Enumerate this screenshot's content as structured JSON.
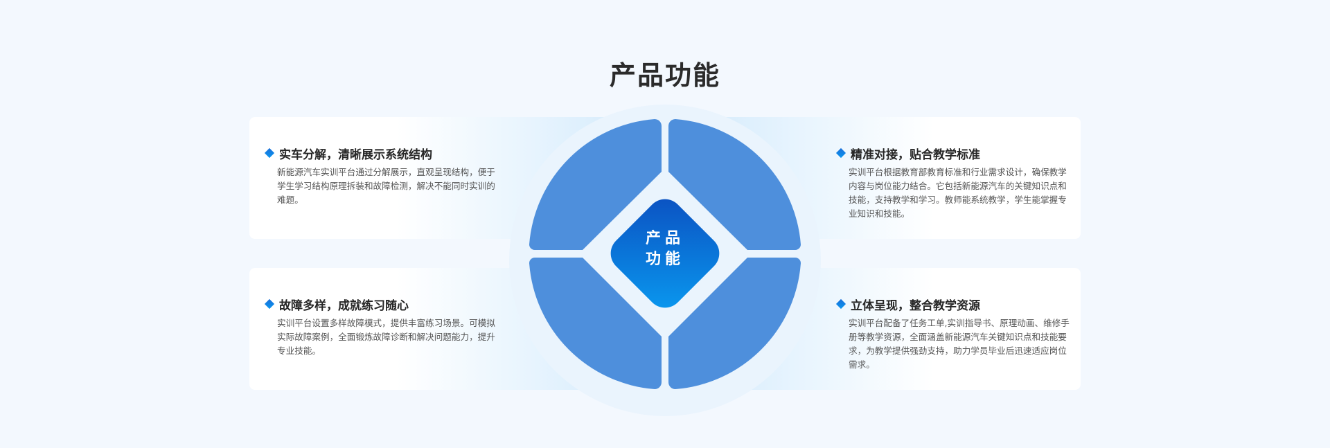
{
  "page_title": "产品功能",
  "center": {
    "line1": "产品",
    "line2": "功能"
  },
  "features": [
    {
      "title": "实车分解，清晰展示系统结构",
      "text": "新能源汽车实训平台通过分解展示，直观呈现结构，便于学生学习结构原理拆装和故障检测，解决不能同时实训的难题。"
    },
    {
      "title": "精准对接，贴合教学标准",
      "text": "实训平台根据教育部教育标准和行业需求设计，确保教学内容与岗位能力结合。它包括新能源汽车的关键知识点和技能，支持教学和学习。教师能系统教学，学生能掌握专业知识和技能。"
    },
    {
      "title": "故障多样，成就练习随心",
      "text": "实训平台设置多样故障模式，提供丰富练习场景。可模拟实际故障案例，全面锻炼故障诊断和解决问题能力，提升专业技能。"
    },
    {
      "title": "立体呈现，整合教学资源",
      "text": "实训平台配备了任务工单,实训指导书、原理动画、维修手册等教学资源，全面涵盖新能源汽车关键知识点和技能要求，为教学提供强劲支持，助力学员毕业后迅速适应岗位需求。"
    }
  ],
  "colors": {
    "petal": "#4e8fdc",
    "center_dark": "#0b4fc0",
    "center_light": "#0a9af0",
    "title_text": "#2b2b2b"
  }
}
